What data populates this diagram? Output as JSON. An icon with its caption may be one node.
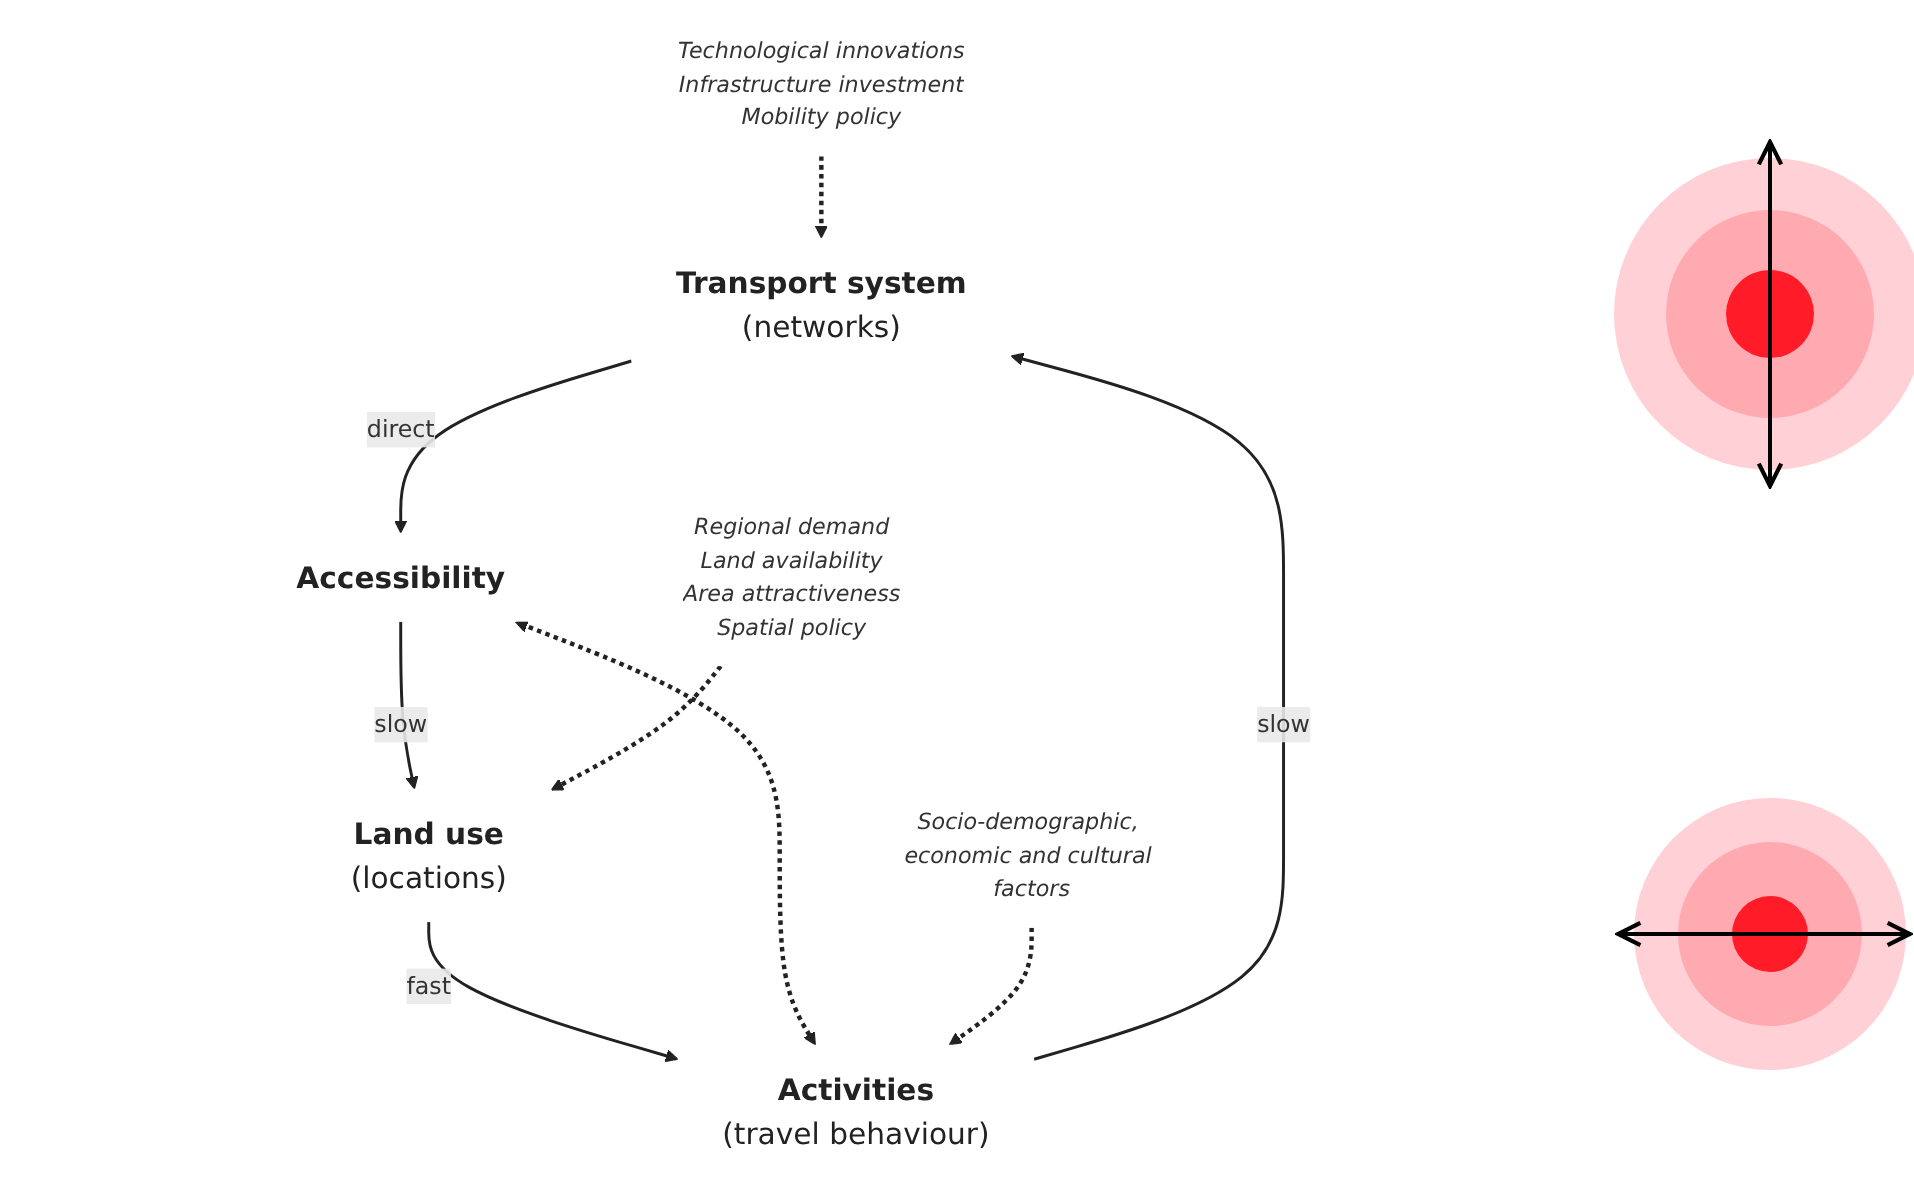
{
  "diagram": {
    "nodes": [
      {
        "text": [
          "Transport system",
          "(networks)"
        ]
      },
      {
        "text": [
          "Accessibility"
        ]
      },
      {
        "text": [
          "Activities",
          "(travel behaviour)"
        ]
      },
      {
        "text": [
          "Land use",
          "(locations)"
        ]
      },
      {
        "text": [
          "Technological innovations",
          "Infrastructure investment",
          "Mobility policy"
        ]
      },
      {
        "text": [
          "Socio-demographic, economic and cultural factors"
        ]
      },
      {
        "text": [
          "Regional demand",
          "Land availability",
          "Area attractiveness",
          "Spatial policy"
        ]
      }
    ],
    "edges": [
      {
        "from": 4,
        "to": 0,
        "arrow": "to",
        "style": "dashed"
      },
      {
        "from": 0,
        "to": 1,
        "arrow": "to",
        "label": "direct"
      },
      {
        "from": 2,
        "to": 0,
        "arrow": "to",
        "label": "slow"
      },
      {
        "from": 1,
        "to": 3,
        "arrow": "to",
        "label": "slow"
      },
      {
        "from": 3,
        "to": 2,
        "arrow": "to",
        "label": "fast"
      },
      {
        "from": 1,
        "to": 2,
        "arrow": "both",
        "style": "dashed"
      },
      {
        "from": 5,
        "to": 2,
        "arrow": "to",
        "style": "dashed"
      },
      {
        "from": 6,
        "to": 3,
        "arrow": "to",
        "style": "dashed"
      }
    ]
  }
}
